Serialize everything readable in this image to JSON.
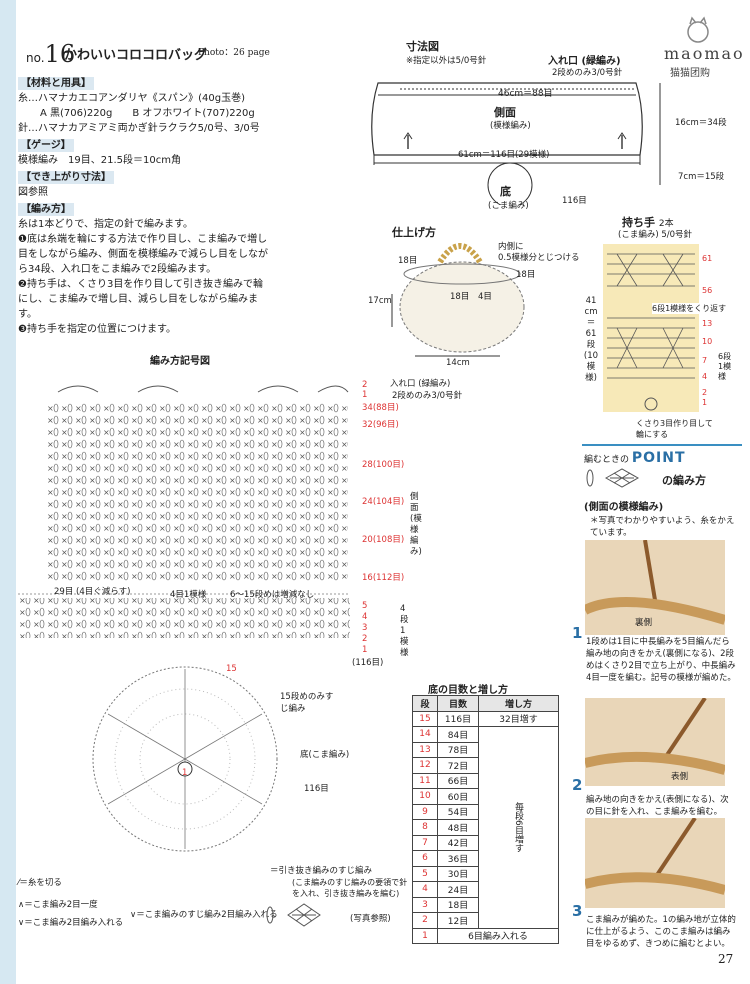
{
  "header": {
    "no_prefix": "no.",
    "number": "16",
    "title": "かわいいコロコロバッグ",
    "photo": "Photo：26 page"
  },
  "logo": {
    "text": "maomao",
    "sub": "猫猫团购"
  },
  "materials": {
    "heading": "【材料と用具】",
    "line1": "糸…ハマナカエコアンダリヤ《スパン》(40g玉巻)",
    "lineA": "A 黒(706)220g",
    "lineB": "B オフホワイト(707)220g",
    "needle": "針…ハマナカアミアミ両かぎ針ラクラク5/0号、3/0号"
  },
  "gauge": {
    "heading": "【ゲージ】",
    "text": "模様編み　19目、21.5段＝10cm角"
  },
  "size": {
    "heading": "【でき上がり寸法】",
    "text": "図参照"
  },
  "method": {
    "heading": "【編み方】",
    "intro": "糸は1本どりで、指定の針で編みます。",
    "step1": "❶底は糸端を輪にする方法で作り目し、こま編みで増し目をしながら編み、側面を模様編みで減らし目をしながら34段、入れ口をこま編みで2段編みます。",
    "step2": "❷持ち手は、くさり3目を作り目して引き抜き編みで輪にし、こま編みで増し目、減らし目をしながら編みます。",
    "step3": "❸持ち手を指定の位置につけます。"
  },
  "dimension": {
    "title": "寸法図",
    "note": "※指定以外は5/0号針",
    "opening": "入れ口 (緑編み)",
    "opening_sub": "2段めのみ3/0号針",
    "top_width": "46cm＝88目",
    "side": "側面",
    "side_sub": "(模様編み)",
    "bottom_width": "61cm＝116目(29模様)",
    "height": "16cm＝34段",
    "bottom_h": "7cm＝15段",
    "base": "底",
    "base_sub": "(こま編み)",
    "base_count": "116目"
  },
  "finish": {
    "title": "仕上げ方",
    "note1": "内側に",
    "note2": "0.5模様分とじつける",
    "label18a": "18目",
    "label18b": "18目",
    "label4": "4目",
    "label18c": "18目",
    "w17": "17cm",
    "w14": "14cm"
  },
  "handle": {
    "title": "持ち手",
    "count": "2本",
    "sub": "(こま編み)",
    "needle": "5/0号針",
    "len1": "41",
    "len2": "cm",
    "len3": "＝",
    "len4": "61",
    "len5": "段",
    "len6": "(10",
    "len7": "模様)",
    "rows": [
      "61",
      "56",
      "13",
      "10",
      "7",
      "4",
      "2",
      "1"
    ],
    "repeat": "6段1模様をくり返す",
    "repeat2": "6段1模様",
    "start": "くさり3目作り目して輪にする"
  },
  "chart": {
    "title": "編み方記号図",
    "opening": "入れ口 (緑編み)",
    "opening_sub": "2段めのみ3/0号針",
    "rows": [
      "34(88目)",
      "32(96目)",
      "28(100目)",
      "24(104目)",
      "20(108目)",
      "16(112目)"
    ],
    "r_top": [
      "2",
      "1"
    ],
    "r_low": [
      "5",
      "4",
      "3",
      "2",
      "1"
    ],
    "dec": "29目 (4目ぐ減らす)",
    "repeat1": "4目1模様",
    "inc_none": "6～15段めは増減なし",
    "side_label": "側面(模様編み)",
    "unit": "4段1模様",
    "count116": "(116目)",
    "circle_15": "15",
    "circle_1": "1",
    "circle_note": "15段めのみすじ編み",
    "base_label": "底(こま編み)",
    "base_count": "116目"
  },
  "table": {
    "title": "底の目数と増し方",
    "headers": [
      "段",
      "目数",
      "増し方"
    ],
    "rows": [
      [
        "15",
        "116目",
        "32目増す"
      ],
      [
        "14",
        "84目",
        ""
      ],
      [
        "13",
        "78目",
        ""
      ],
      [
        "12",
        "72目",
        ""
      ],
      [
        "11",
        "66目",
        ""
      ],
      [
        "10",
        "60目",
        ""
      ],
      [
        "9",
        "54目",
        "毎段6目増す"
      ],
      [
        "8",
        "48目",
        ""
      ],
      [
        "7",
        "42目",
        ""
      ],
      [
        "6",
        "36目",
        ""
      ],
      [
        "5",
        "30目",
        ""
      ],
      [
        "4",
        "24目",
        ""
      ],
      [
        "3",
        "18目",
        ""
      ],
      [
        "2",
        "12目",
        ""
      ],
      [
        "1",
        "6目編み入れる",
        ""
      ]
    ]
  },
  "legend": {
    "cut": "＝糸を切る",
    "dec2": "＝こま編み2目一度",
    "inc2": "＝こま編み2目編み入れる",
    "streak": "＝こま編みのすじ編み2目編み入れる",
    "slip": "＝引き抜き編みのすじ編み",
    "slip2": "(こま編みのすじ編みの要領で針を入れ、引き抜き編みを編む)",
    "photo_ref": "(写真参照)"
  },
  "point": {
    "prefix": "編むときの",
    "title": "POINT",
    "sub": "の編み方",
    "pattern": "(側面の模様編み)",
    "note": "＊写真でわかりやすいよう、糸をかえています。",
    "s1": "1段めは1目に中長編みを5目編んだら編み地の向きをかえ(裏側になる)、2段めはくさり2目で立ち上がり、中長編み4目一度を編む。記号の模様が編めた。",
    "s2": "編み地の向きをかえ(表側になる)、次の目に針を入れ、こま編みを編む。",
    "s3": "こま編みが編めた。1の編み地が立体的に仕上がるよう、このこま編みは編み目をゆるめず、きつめに編むとよい。",
    "ura": "裏側",
    "omote": "表側",
    "n1": "1",
    "n2": "2",
    "n3": "3"
  },
  "page": {
    "number": "27"
  }
}
